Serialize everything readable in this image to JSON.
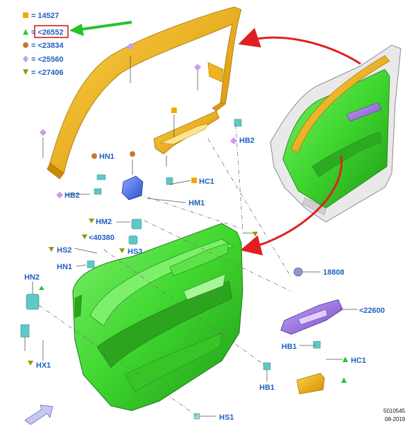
{
  "legend": [
    {
      "symbol": "square",
      "color": "#f4a800",
      "text": "= 14527"
    },
    {
      "symbol": "triangle",
      "color": "#2fc236",
      "text": "= <26552"
    },
    {
      "symbol": "circle",
      "color": "#c27a2a",
      "text": "= <23834"
    },
    {
      "symbol": "diamond",
      "color": "#c79cf0",
      "text": "= <25560"
    },
    {
      "symbol": "triangle-down",
      "color": "#9b9400",
      "text": "= <27406"
    }
  ],
  "labels": {
    "hb2_top": "HB2",
    "hn1_top": "HN1",
    "hc1_top": "HC1",
    "hb2_left": "HB2",
    "hm1": "HM1",
    "hm2": "HM2",
    "p40380": "<40380",
    "hs2": "HS2",
    "hs3": "HS3",
    "hn1_mid": "HN1",
    "hn2": "HN2",
    "hx1": "HX1",
    "hs1": "HS1",
    "p18808": "18808",
    "p22600": "<22600",
    "hb1_right": "HB1",
    "hc1_right": "HC1",
    "hb1_bottom": "HB1"
  },
  "footer": {
    "ref": "5010545",
    "date": "08-2019"
  },
  "colors": {
    "panel_green": "#3fd62e",
    "frame_gold": "#f0b41c",
    "handle_purple": "#9a6fe0",
    "pointer_red": "#e02020",
    "highlight_box": "#e01818",
    "callout_arrow": "#22c42a",
    "label_blue": "#1f5fbf"
  }
}
